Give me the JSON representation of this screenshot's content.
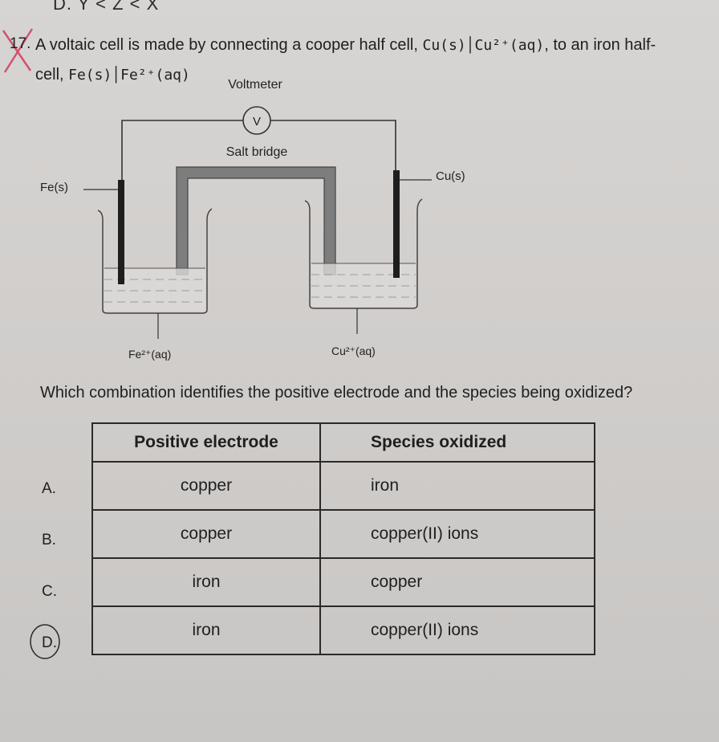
{
  "top_cut": "D. Y < Z < X",
  "question_number": "17.",
  "stem": {
    "part1": "A voltaic cell is made by connecting a cooper half cell, ",
    "cell1": "Cu(s)│Cu²⁺(aq)",
    "part2": ", to an iron half-",
    "part3": "cell, ",
    "cell2": "Fe(s)│Fe²⁺(aq)"
  },
  "diagram": {
    "voltmeter_label": "Voltmeter",
    "voltmeter_symbol": "V",
    "salt_bridge_label": "Salt bridge",
    "left_electrode_label": "Fe(s)",
    "right_electrode_label": "Cu(s)",
    "left_solution_label": "Fe²⁺(aq)",
    "right_solution_label": "Cu²⁺(aq)"
  },
  "question": "Which combination identifies the positive electrode and the species being oxidized?",
  "table": {
    "headers": [
      "Positive electrode",
      "Species oxidized"
    ],
    "rows": [
      {
        "option": "A.",
        "positive": "copper",
        "oxidized": "iron"
      },
      {
        "option": "B.",
        "positive": "copper",
        "oxidized": "copper(II) ions"
      },
      {
        "option": "C.",
        "positive": "iron",
        "oxidized": "copper"
      },
      {
        "option": "D.",
        "positive": "iron",
        "oxidized": "copper(II) ions"
      }
    ]
  },
  "colors": {
    "ink": "#1f1f1f",
    "pen_red": "#d0536f",
    "salt_bridge": "#7d7d7d"
  }
}
